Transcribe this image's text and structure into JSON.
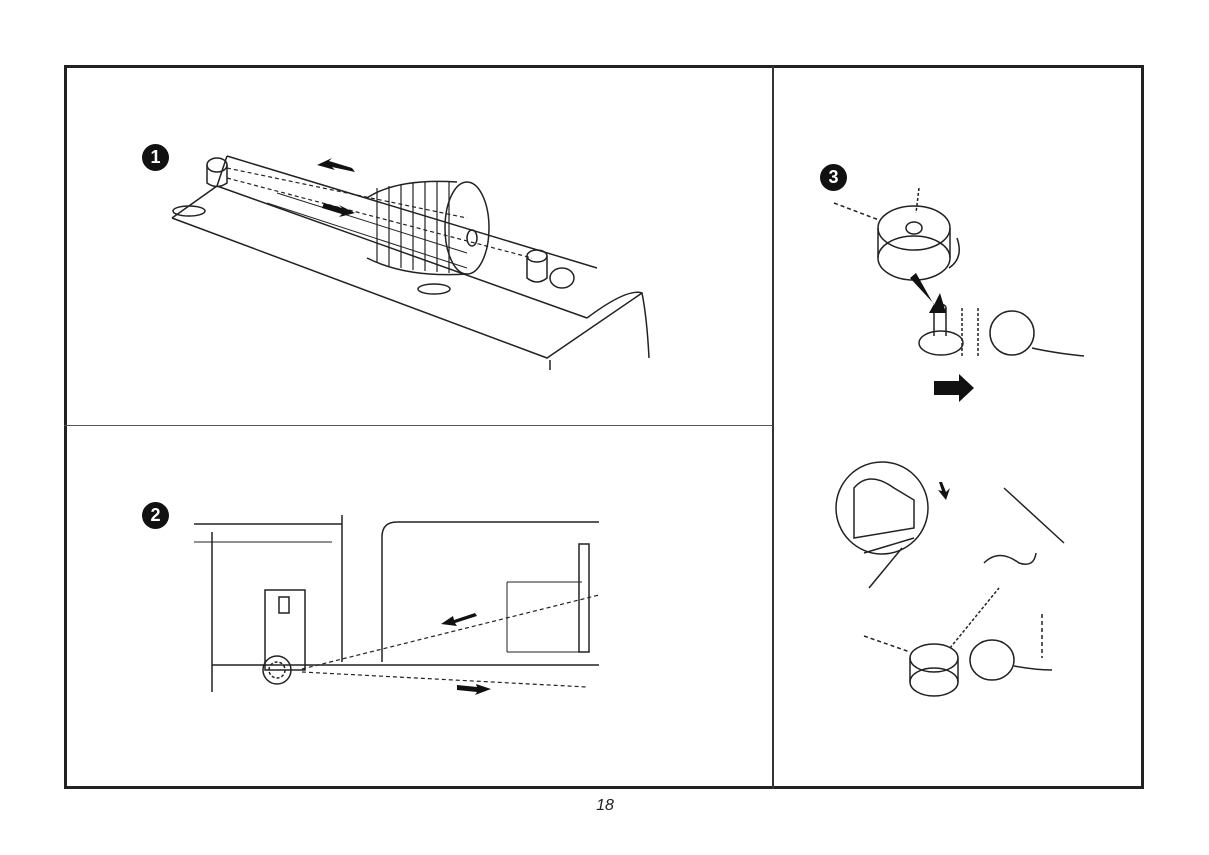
{
  "steps": [
    {
      "badge": "1"
    },
    {
      "badge": "2"
    },
    {
      "badge": "3"
    }
  ],
  "page_number": "18",
  "colors": {
    "line": "#222222",
    "frame": "#222222",
    "badge": "#111111"
  }
}
